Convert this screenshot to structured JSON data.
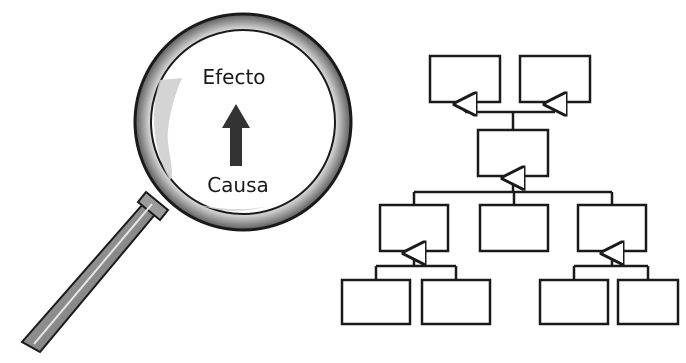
{
  "magnifier": {
    "effect_label": "Efecto",
    "cause_label": "Causa",
    "arrow_color": "#333333",
    "rim_color": "#8a8a8a",
    "lens_tint": "#cfcfcf"
  },
  "org_chart": {
    "box_stroke": "#1a1a1a",
    "levels": [
      {
        "level": "top",
        "boxes": 2
      },
      {
        "level": "middle",
        "boxes": 1
      },
      {
        "level": "third",
        "boxes": 3
      },
      {
        "level": "bottom",
        "boxes": 4
      }
    ]
  }
}
